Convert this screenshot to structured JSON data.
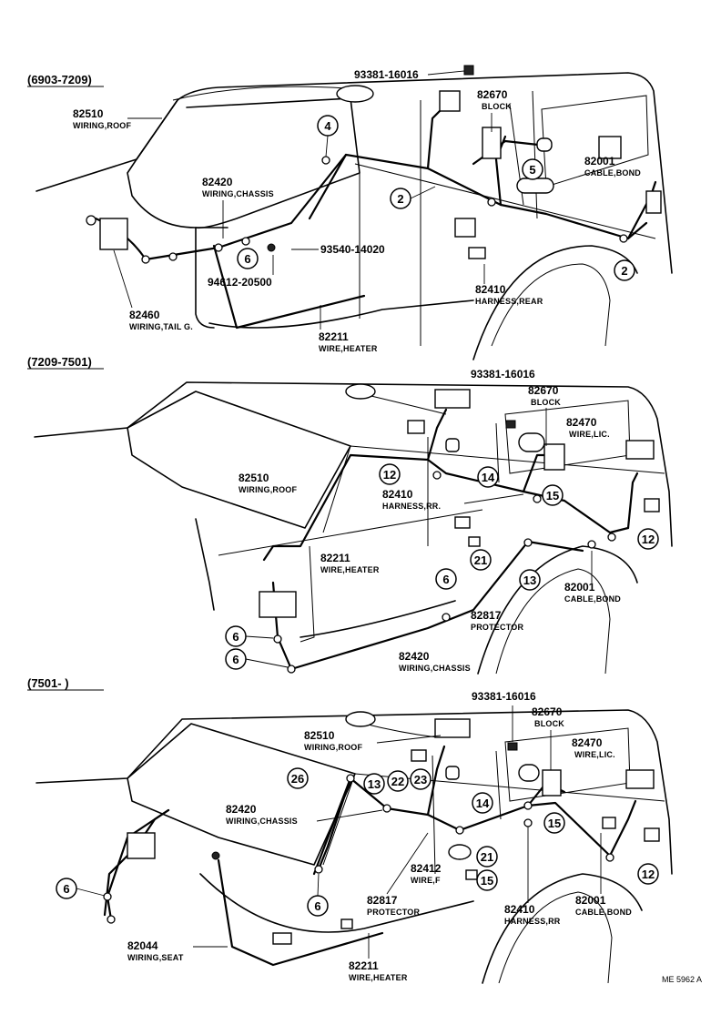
{
  "sections": [
    {
      "label": "(6903-7209)",
      "parts": [
        {
          "no": "93381-16016",
          "name": ""
        },
        {
          "no": "82670",
          "name": "BLOCK"
        },
        {
          "no": "82510",
          "name": "WIRING,ROOF"
        },
        {
          "no": "82001",
          "name": "CABLE,BOND"
        },
        {
          "no": "82420",
          "name": "WIRING,CHASSIS"
        },
        {
          "no": "93540-14020",
          "name": ""
        },
        {
          "no": "94612-20500",
          "name": ""
        },
        {
          "no": "82410",
          "name": "HARNESS,REAR"
        },
        {
          "no": "82460",
          "name": "WIRING,TAIL G."
        },
        {
          "no": "82211",
          "name": "WIRE,HEATER"
        }
      ],
      "callouts": [
        "4",
        "5",
        "2",
        "6",
        "2"
      ]
    },
    {
      "label": "(7209-7501)",
      "parts": [
        {
          "no": "93381-16016",
          "name": ""
        },
        {
          "no": "82670",
          "name": "BLOCK"
        },
        {
          "no": "82470",
          "name": "WIRE,LIC."
        },
        {
          "no": "82510",
          "name": "WIRING,ROOF"
        },
        {
          "no": "82410",
          "name": "HARNESS,RR."
        },
        {
          "no": "82211",
          "name": "WIRE,HEATER"
        },
        {
          "no": "82001",
          "name": "CABLE,BOND"
        },
        {
          "no": "82817",
          "name": "PROTECTOR"
        },
        {
          "no": "82420",
          "name": "WIRING,CHASSIS"
        }
      ],
      "callouts": [
        "12",
        "14",
        "15",
        "21",
        "12",
        "13",
        "6",
        "6",
        "6"
      ]
    },
    {
      "label": "(7501-      )",
      "parts": [
        {
          "no": "93381-16016",
          "name": ""
        },
        {
          "no": "82670",
          "name": "BLOCK"
        },
        {
          "no": "82510",
          "name": "WIRING,ROOF"
        },
        {
          "no": "82470",
          "name": "WIRE,LIC."
        },
        {
          "no": "82420",
          "name": "WIRING,CHASSIS"
        },
        {
          "no": "82412",
          "name": "WIRE,F"
        },
        {
          "no": "82817",
          "name": "PROTECTOR"
        },
        {
          "no": "82001",
          "name": "CABLE,BOND"
        },
        {
          "no": "82410",
          "name": "HARNESS,RR"
        },
        {
          "no": "82044",
          "name": "WIRING,SEAT"
        },
        {
          "no": "82211",
          "name": "WIRE,HEATER"
        }
      ],
      "callouts": [
        "26",
        "13",
        "22",
        "23",
        "14",
        "15",
        "21",
        "15",
        "12",
        "6",
        "6"
      ]
    }
  ],
  "footer_code": "ME 5962 A"
}
